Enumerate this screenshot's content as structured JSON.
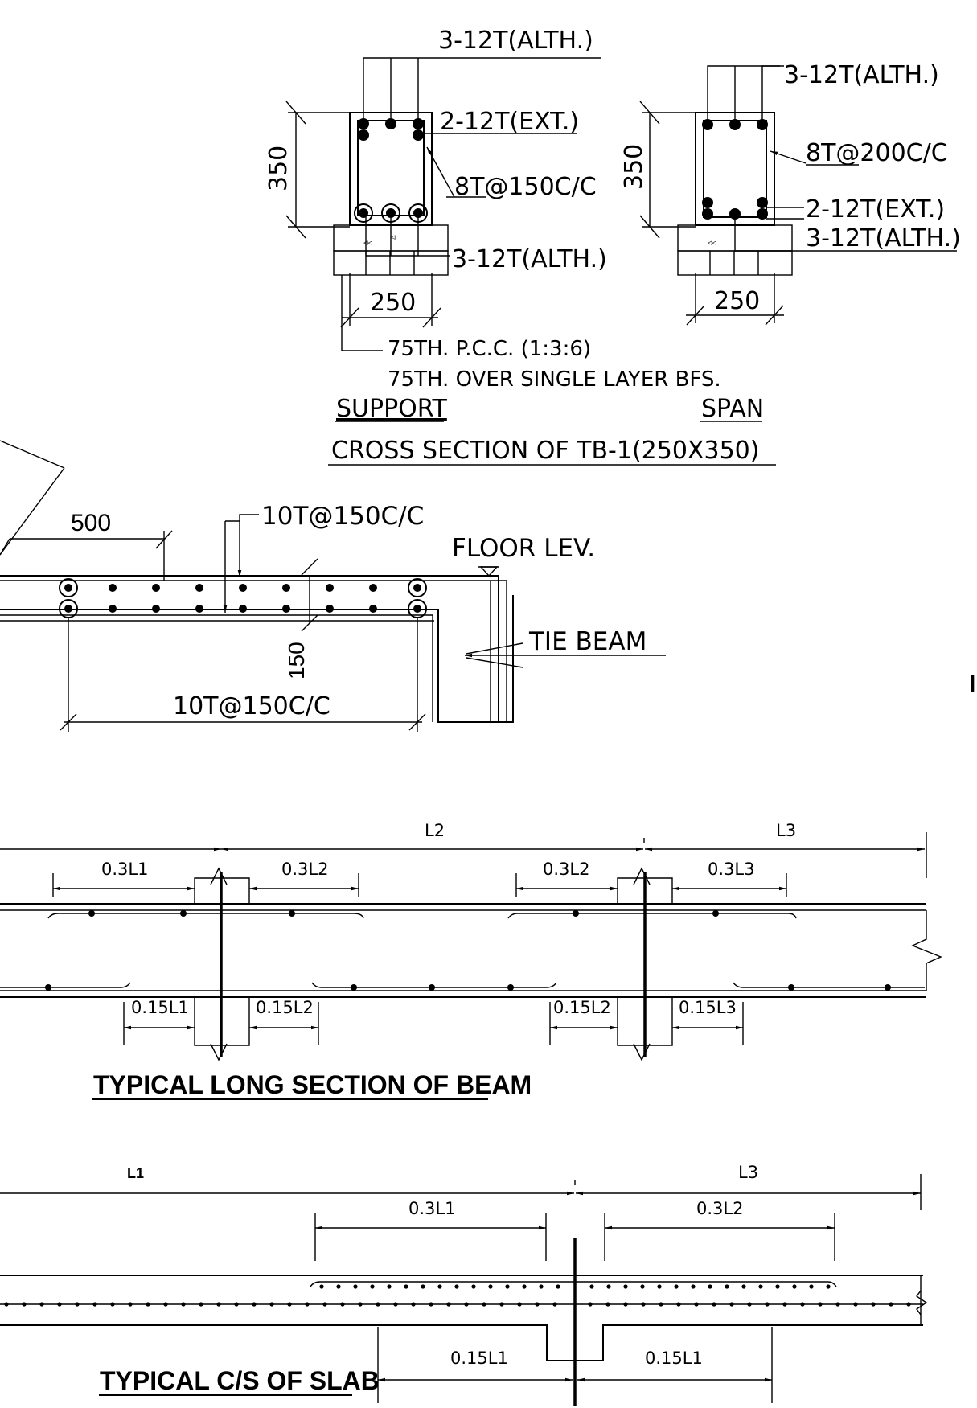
{
  "cross_section": {
    "support_top_bars": "3-12T(ALTH.)",
    "support_ext_bars": "2-12T(EXT.)",
    "support_stirrups": "8T@150C/C",
    "support_bottom_bars": "3-12T(ALTH.)",
    "support_depth": "350",
    "support_width": "250",
    "span_top_bars": "3-12T(ALTH.)",
    "span_stirrups": "8T@200C/C",
    "span_ext_bars": "2-12T(EXT.)",
    "span_alth_bars": "3-12T(ALTH.)",
    "span_depth": "350",
    "span_width": "250",
    "pcc_note": "75TH. P.C.C. (1:3:6)",
    "bfs_note": "75TH. OVER SINGLE LAYER BFS.",
    "support_label": "SUPPORT",
    "span_label": "SPAN",
    "title": "CROSS SECTION OF TB-1(250X350)"
  },
  "tie_beam_detail": {
    "dim_500": "500",
    "top_bars": "10T@150C/C",
    "floor_level": "FLOOR LEV.",
    "tie_beam": "TIE BEAM",
    "dim_150": "150",
    "bottom_bars": "10T@150C/C"
  },
  "long_section": {
    "l2": "L2",
    "l3": "L3",
    "t_03l1": "0.3L1",
    "t_03l2_a": "0.3L2",
    "t_03l2_b": "0.3L2",
    "t_03l3": "0.3L3",
    "b_015l1": "0.15L1",
    "b_015l2_a": "0.15L2",
    "b_015l2_b": "0.15L2",
    "b_015l3": "0.15L3",
    "title": "TYPICAL LONG SECTION OF BEAM"
  },
  "slab_section": {
    "l1": "L1",
    "l3": "L3",
    "t_03l1": "0.3L1",
    "t_03l2": "0.3L2",
    "b_015l1_a": "0.15L1",
    "b_015l1_b": "0.15L1",
    "title": "TYPICAL C/S OF SLAB"
  }
}
